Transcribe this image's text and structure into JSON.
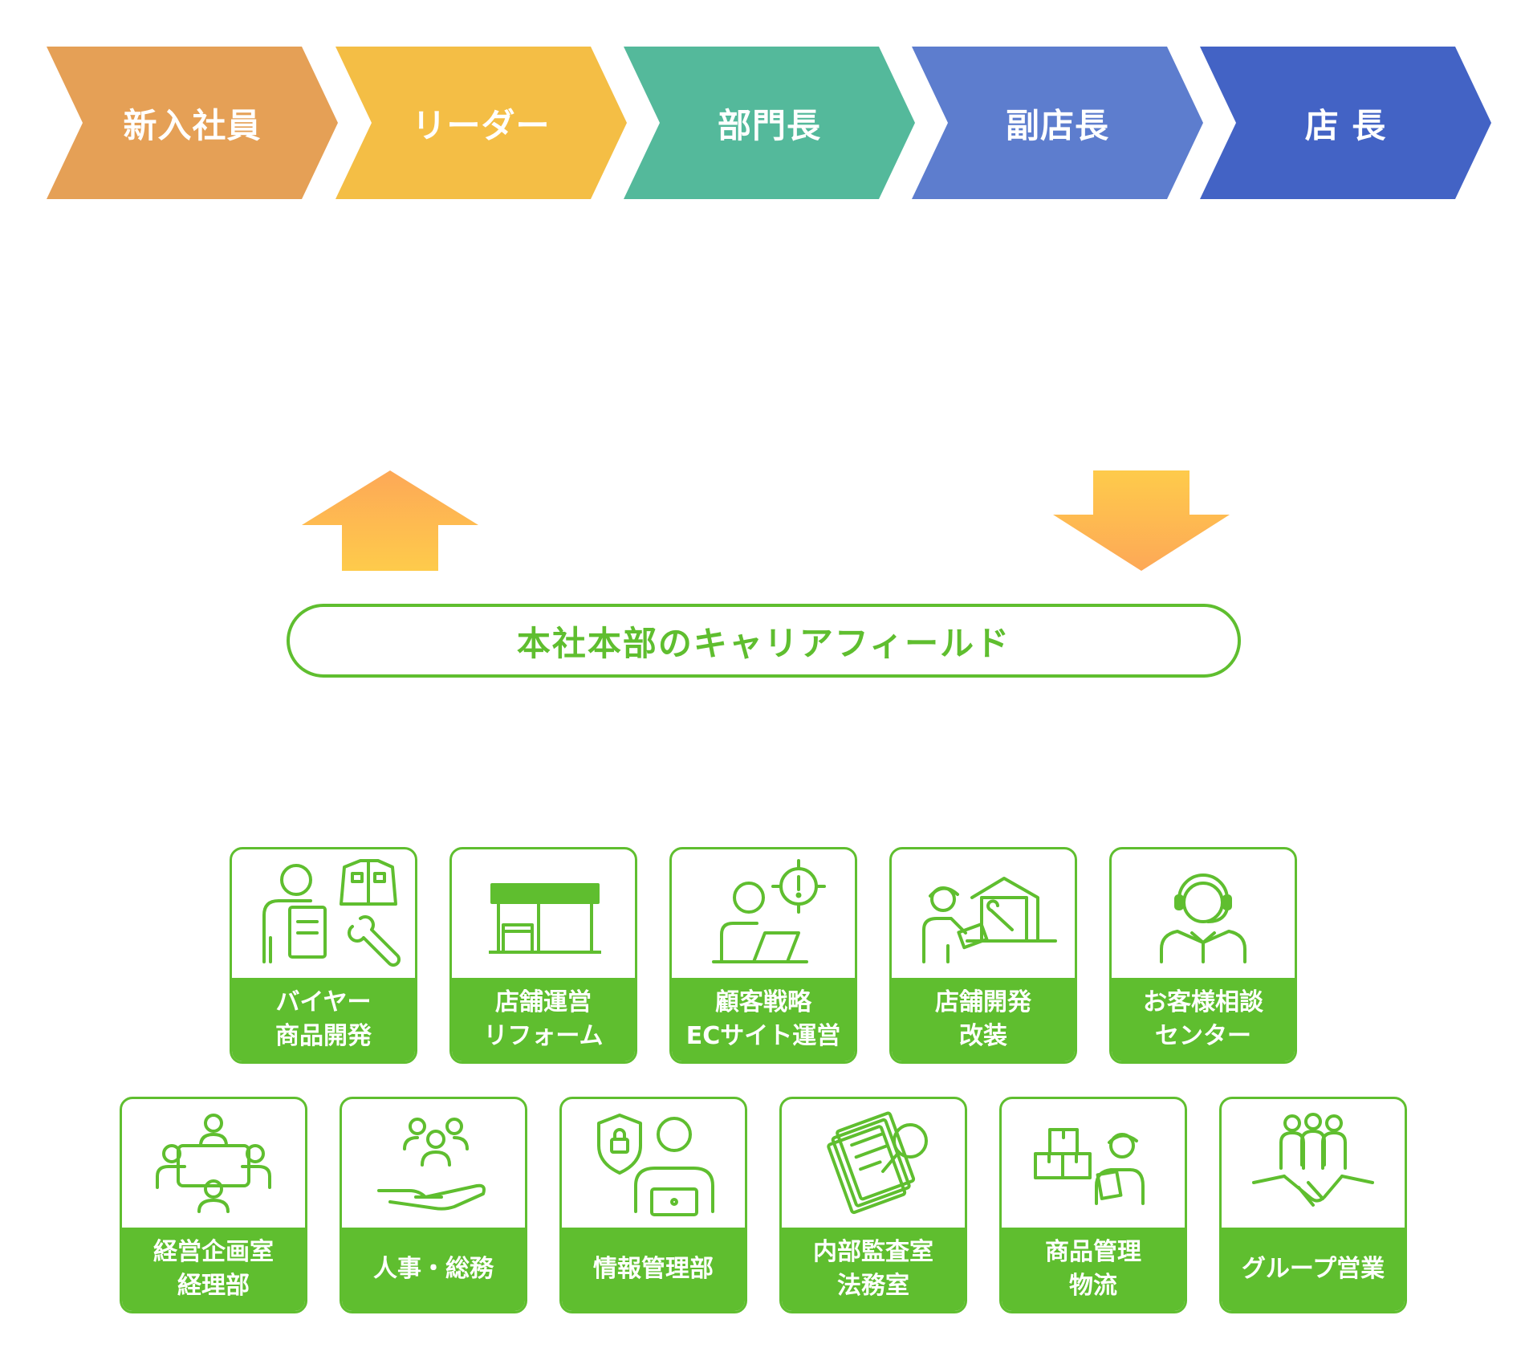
{
  "stages": [
    {
      "label": "新入社員",
      "color": "#e5a056"
    },
    {
      "label": "リーダー",
      "color": "#f4be45"
    },
    {
      "label": "部門長",
      "color": "#54b99b"
    },
    {
      "label": "副店長",
      "color": "#5d7dce"
    },
    {
      "label": "店 長",
      "color": "#4363c5"
    }
  ],
  "field_title": "本社本部のキャリアフィールド",
  "colors": {
    "green": "#5fbe2f",
    "arrow_top": "#fda857",
    "arrow_bottom": "#fecb4b"
  },
  "departments_row1": [
    {
      "line1": "バイヤー",
      "line2": "商品開発",
      "icon": "buyer-icon"
    },
    {
      "line1": "店舗運営",
      "line2": "リフォーム",
      "icon": "store-icon"
    },
    {
      "line1": "顧客戦略",
      "line2": "ECサイト運営",
      "icon": "customer-strategy-icon"
    },
    {
      "line1": "店舗開発",
      "line2": "改装",
      "icon": "store-development-icon"
    },
    {
      "line1": "お客様相談",
      "line2": "センター",
      "icon": "call-center-icon"
    }
  ],
  "departments_row2": [
    {
      "line1": "経営企画室",
      "line2": "経理部",
      "icon": "meeting-icon"
    },
    {
      "line1": "人事・総務",
      "line2": "",
      "icon": "hr-icon"
    },
    {
      "line1": "情報管理部",
      "line2": "",
      "icon": "security-icon"
    },
    {
      "line1": "内部監査室",
      "line2": "法務室",
      "icon": "audit-icon"
    },
    {
      "line1": "商品管理",
      "line2": "物流",
      "icon": "logistics-icon"
    },
    {
      "line1": "グループ営業",
      "line2": "",
      "icon": "handshake-icon"
    }
  ]
}
